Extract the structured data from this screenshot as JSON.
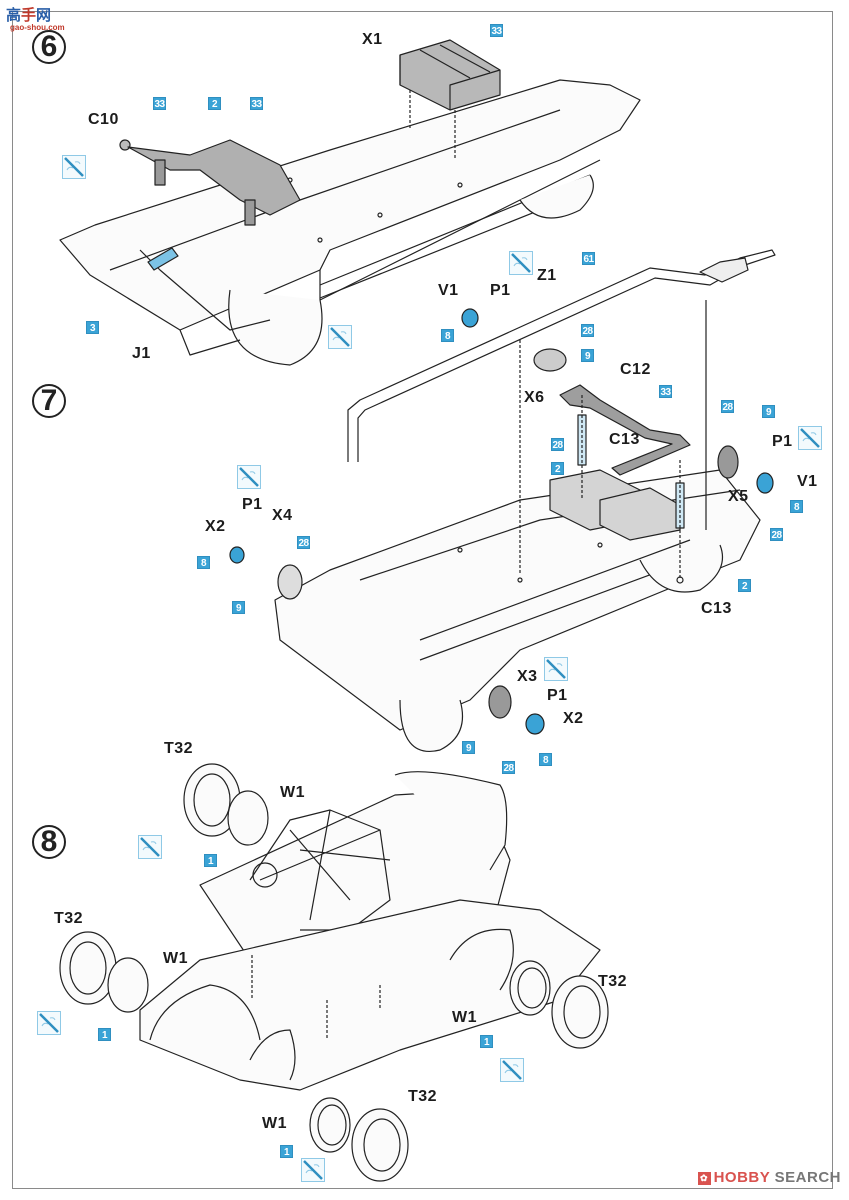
{
  "watermarks": {
    "site_logo": {
      "chars": [
        "高",
        "手",
        "网"
      ],
      "url": "gao-shou.com"
    },
    "hobby_search": {
      "icon": "hobby-search-icon",
      "brand_a": "HOBBY",
      "brand_b": "SEARCH"
    }
  },
  "colors": {
    "paint_chip": "#3aa3d6",
    "line": "#222222",
    "part_fill": "#bdbdbd",
    "highlight_part": "#7cc3e6"
  },
  "steps": [
    {
      "number": "6",
      "part_labels": [
        "X1",
        "C10",
        "J1"
      ],
      "paint_codes": [
        "33",
        "33",
        "2",
        "33",
        "3"
      ],
      "paint_icons": 2
    },
    {
      "number": "7",
      "part_labels": [
        "V1",
        "P1",
        "Z1",
        "X6",
        "C12",
        "C13",
        "C13",
        "P1",
        "V1",
        "X5",
        "X2",
        "P1",
        "X4",
        "X3",
        "P1",
        "X2"
      ],
      "paint_codes": [
        "8",
        "61",
        "28",
        "9",
        "33",
        "28",
        "2",
        "28",
        "9",
        "8",
        "28",
        "2",
        "8",
        "28",
        "9",
        "9",
        "28",
        "8"
      ],
      "paint_icons": 4
    },
    {
      "number": "8",
      "part_labels": [
        "T32",
        "W1",
        "T32",
        "W1",
        "T32",
        "W1",
        "T32",
        "W1"
      ],
      "paint_codes": [
        "1",
        "1",
        "1",
        "1"
      ],
      "paint_icons": 4
    }
  ],
  "labels": {
    "s6_x1": "X1",
    "s6_c10": "C10",
    "s6_j1": "J1",
    "s6_c33a": "33",
    "s6_c33b": "33",
    "s6_c2": "2",
    "s6_c33c": "33",
    "s6_c3": "3",
    "s7_v1a": "V1",
    "s7_p1a": "P1",
    "s7_z1": "Z1",
    "s7_x6": "X6",
    "s7_c12": "C12",
    "s7_c13a": "C13",
    "s7_c13b": "C13",
    "s7_p1b": "P1",
    "s7_v1b": "V1",
    "s7_x5": "X5",
    "s7_x2a": "X2",
    "s7_p1c": "P1",
    "s7_x4": "X4",
    "s7_x3": "X3",
    "s7_p1d": "P1",
    "s7_x2b": "X2",
    "s7_c8a": "8",
    "s7_c61": "61",
    "s7_c28a": "28",
    "s7_c9a": "9",
    "s7_c33": "33",
    "s7_c28b": "28",
    "s7_c2a": "2",
    "s7_c28c": "28",
    "s7_c9b": "9",
    "s7_c8b": "8",
    "s7_c28d": "28",
    "s7_c2b": "2",
    "s7_c8c": "8",
    "s7_c28e": "28",
    "s7_c9c": "9",
    "s7_c9d": "9",
    "s7_c28f": "28",
    "s7_c8d": "8",
    "s8_t32a": "T32",
    "s8_w1a": "W1",
    "s8_t32b": "T32",
    "s8_w1b": "W1",
    "s8_t32c": "T32",
    "s8_w1c": "W1",
    "s8_t32d": "T32",
    "s8_w1d": "W1",
    "s8_c1a": "1",
    "s8_c1b": "1",
    "s8_c1c": "1",
    "s8_c1d": "1"
  }
}
